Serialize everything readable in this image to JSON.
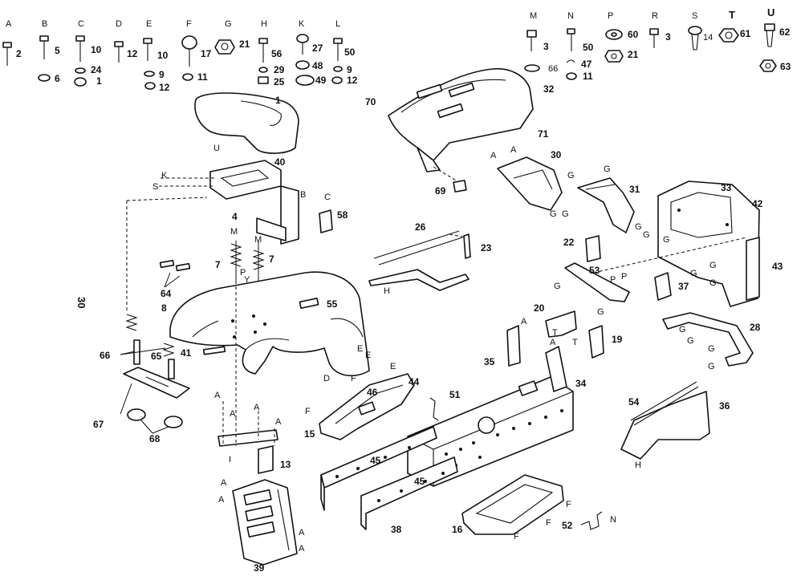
{
  "hardware": [
    {
      "letter": "A",
      "items": [
        "2"
      ]
    },
    {
      "letter": "B",
      "items": [
        "5",
        "6"
      ]
    },
    {
      "letter": "C",
      "items": [
        "10",
        "24",
        "1"
      ]
    },
    {
      "letter": "D",
      "items": [
        "12"
      ]
    },
    {
      "letter": "E",
      "items": [
        "10",
        "9",
        "12"
      ]
    },
    {
      "letter": "F",
      "items": [
        "17",
        "11"
      ]
    },
    {
      "letter": "G",
      "items": [
        "21"
      ]
    },
    {
      "letter": "H",
      "items": [
        "56",
        "29",
        "25"
      ]
    },
    {
      "letter": "K",
      "items": [
        "27",
        "48",
        "49"
      ]
    },
    {
      "letter": "L",
      "items": [
        "50",
        "9",
        "12"
      ]
    },
    {
      "letter": "M",
      "items": [
        "3",
        "66"
      ]
    },
    {
      "letter": "N",
      "items": [
        "50",
        "47",
        "11"
      ]
    },
    {
      "letter": "P",
      "items": [
        "60",
        "21"
      ]
    },
    {
      "letter": "R",
      "items": [
        "3"
      ]
    },
    {
      "letter": "S",
      "items": [
        "14"
      ]
    },
    {
      "letter": "T",
      "items": [
        "61"
      ]
    },
    {
      "letter": "U",
      "items": [
        "62",
        "63"
      ]
    }
  ],
  "sideways_label": "30",
  "callouts": [
    "1",
    "40",
    "58",
    "4",
    "7",
    "7",
    "64",
    "8",
    "55",
    "66",
    "65",
    "41",
    "67",
    "68",
    "13",
    "39",
    "70",
    "32",
    "71",
    "69",
    "30",
    "31",
    "33",
    "42",
    "43",
    "22",
    "26",
    "23",
    "53",
    "37",
    "20",
    "19",
    "35",
    "34",
    "28",
    "44",
    "46",
    "51",
    "15",
    "45",
    "45",
    "38",
    "16",
    "52",
    "54",
    "36"
  ],
  "refs": [
    "U",
    "K",
    "S",
    "B",
    "C",
    "M",
    "M",
    "P",
    "Y",
    "E",
    "E",
    "D",
    "A",
    "A",
    "A",
    "A",
    "A",
    "A",
    "A",
    "A",
    "A",
    "A",
    "G",
    "G",
    "G",
    "G",
    "G",
    "G",
    "G",
    "G",
    "G",
    "G",
    "G",
    "G",
    "G",
    "G",
    "P",
    "P",
    "G",
    "G",
    "T",
    "T",
    "A",
    "A",
    "E",
    "F",
    "F",
    "F",
    "F",
    "F",
    "H",
    "H",
    "N",
    "I"
  ]
}
